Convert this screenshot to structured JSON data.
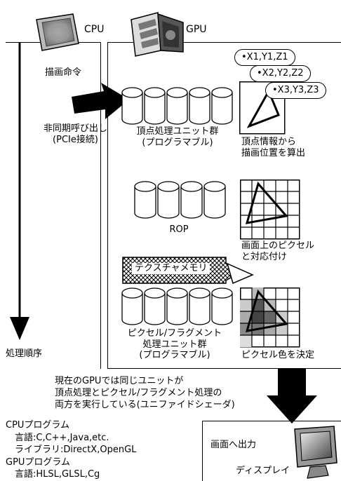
{
  "columns": {
    "cpu_label": "CPU",
    "gpu_label": "GPU"
  },
  "flow": {
    "draw_command": "描画命令",
    "async_call_line1": "非同期呼び出し",
    "async_call_line2": "(PCIe接続)",
    "process_order": "処理順序"
  },
  "vertex_stage": {
    "unit_label_line1": "頂点処理ユニット群",
    "unit_label_line2": "(プログラマブル)",
    "coords": [
      "•X1,Y1,Z1",
      "•X2,Y2,Z2",
      "•X3,Y3,Z3"
    ],
    "desc_line1": "頂点情報から",
    "desc_line2": "描画位置を算出"
  },
  "rop_stage": {
    "unit_label": "ROP",
    "desc_line1": "画面上のピクセル",
    "desc_line2": "と対応付け"
  },
  "pixel_stage": {
    "texture_memory": "テクスチャメモリ",
    "unit_label_line1": "ピクセル/フラグメント",
    "unit_label_line2": "処理ユニット群",
    "unit_label_line3": "(プログラマブル)",
    "desc": "ピクセル色を決定"
  },
  "unified_note": [
    "現在のGPUでは同じユニットが",
    "頂点処理とピクセル/フラグメント処理の",
    "両方を実行している(ユニファイドシェーダ)"
  ],
  "output": {
    "label": "画面へ出力",
    "display": "ディスプレイ"
  },
  "languages": [
    "CPUプログラム",
    "　言語:C,C++,Java,etc.",
    "　ライブラリ:DirectX,OpenGL",
    "GPUプログラム",
    "　言語:HLSL,GLSL,Cg"
  ]
}
